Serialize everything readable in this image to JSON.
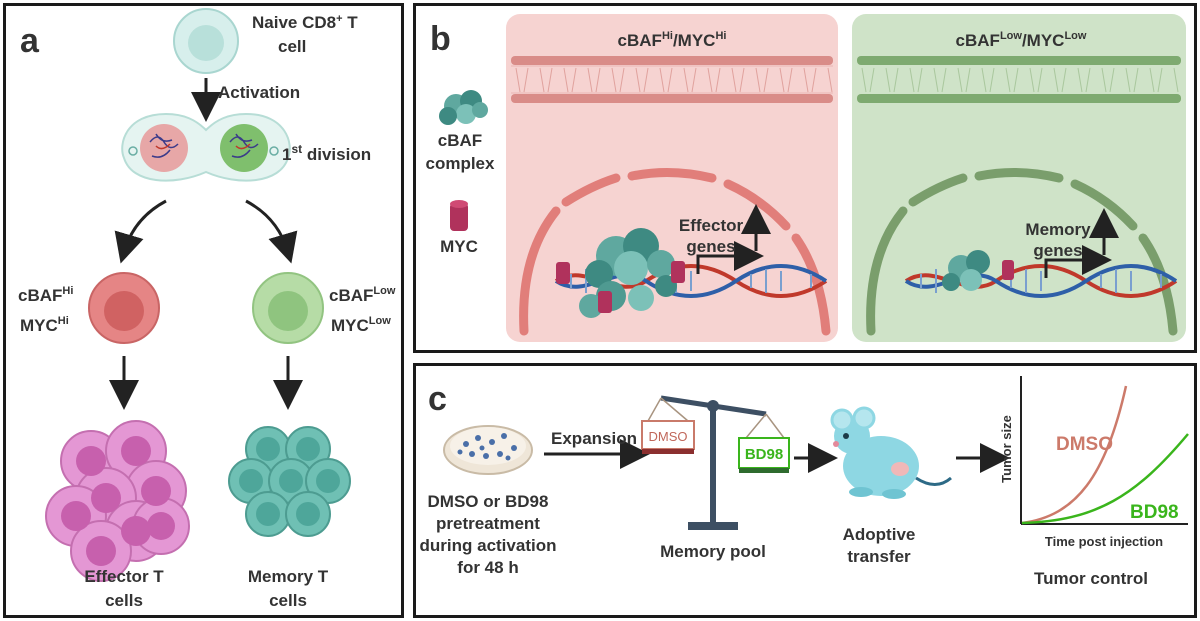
{
  "panel_a": {
    "letter": "a",
    "naive_line1": "Naive CD8",
    "naive_sup": "+",
    "naive_line1_end": " T",
    "naive_line2": "cell",
    "activation": "Activation",
    "division_num": "1",
    "division_sup": "st",
    "division_word": " division",
    "left_label": {
      "l1": "cBAF",
      "l1_sup": "Hi",
      "l2": "MYC",
      "l2_sup": "Hi"
    },
    "right_label": {
      "l1": "cBAF",
      "l1_sup": "Low",
      "l2": "MYC",
      "l2_sup": "Low"
    },
    "effector_l1": "Effector T",
    "effector_l2": "cells",
    "memory_l1": "Memory T",
    "memory_l2": "cells"
  },
  "panel_b": {
    "letter": "b",
    "left_title": {
      "a": "cBAF",
      "a_sup": "Hi",
      "b": "/MYC",
      "b_sup": "Hi"
    },
    "right_title": {
      "a": "cBAF",
      "a_sup": "Low",
      "b": "/MYC",
      "b_sup": "Low"
    },
    "legend_cbaf_l1": "cBAF",
    "legend_cbaf_l2": "complex",
    "legend_myc": "MYC",
    "effector_l1": "Effector",
    "effector_l2": "genes",
    "memory_l1": "Memory",
    "memory_l2": "genes"
  },
  "panel_c": {
    "letter": "c",
    "dish_l1": "DMSO or BD98",
    "dish_l2": "pretreatment",
    "dish_l3": "during activation",
    "dish_l4": "for 48 h",
    "expansion": "Expansion",
    "scale_dmso": "DMSO",
    "scale_bd98": "BD98",
    "memory_pool": "Memory pool",
    "adoptive_l1": "Adoptive",
    "adoptive_l2": "transfer",
    "graph_y": "Tumor size",
    "graph_x": "Time post injection",
    "graph_dmso": "DMSO",
    "graph_bd98": "BD98",
    "tumor_control": "Tumor control"
  },
  "colors": {
    "effector": "#d66a6a",
    "memory": "#8fc47f",
    "naive": "#bfe4e0",
    "effector_T": "#d77cbf",
    "memory_T": "#5fb3a8",
    "dmso": "#cc7a6a",
    "bd98": "#3ab51c"
  }
}
